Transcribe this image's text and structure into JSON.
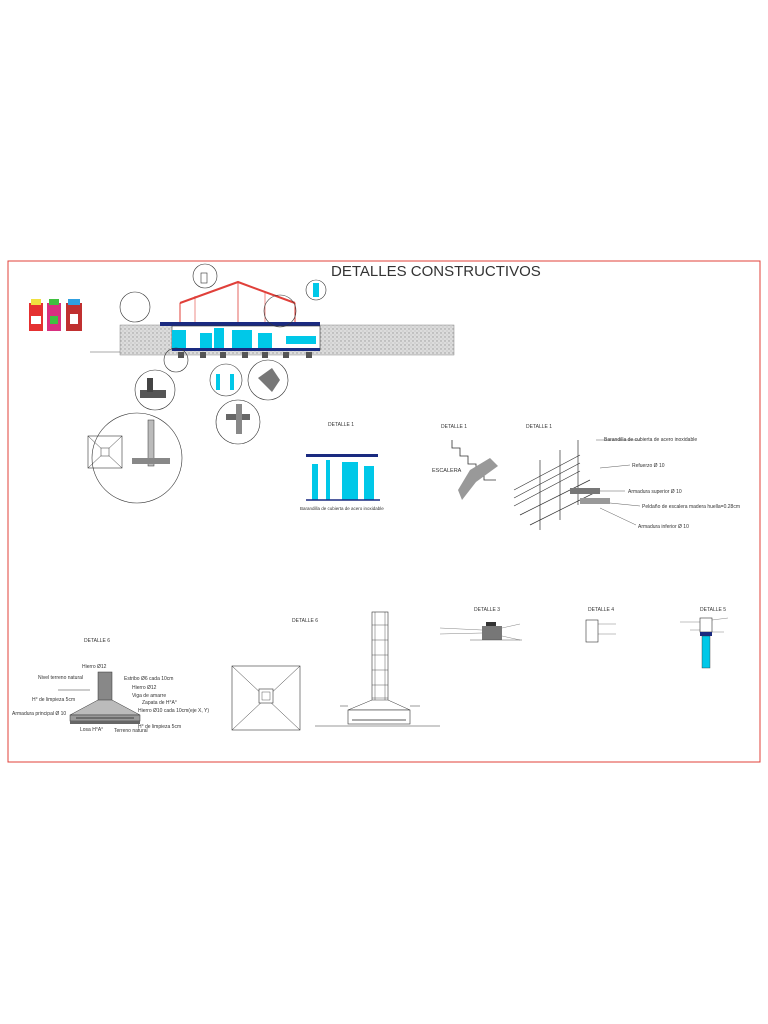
{
  "sheet": {
    "title": "DETALLES CONSTRUCTIVOS",
    "frame_color": "#e0403a",
    "accent_color": "#00c8e8",
    "roof_color": "#e0403a"
  },
  "labels": {
    "detalle1_a": "DETALLE 1",
    "detalle1_b": "DETALLE 1",
    "detalle1_c": "DETALLE 1",
    "escalera": "ESCALERA",
    "barandilla_1": "Barandilla de cubierta de acero inoxidable",
    "barandilla_2": "Barandilla de cubierta de acero inoxidable",
    "refuerzo": "Refuerzo Ø 10",
    "arm_superior": "Armadura superior Ø 10",
    "peldano": "Peldaño de escalera madera huella=0.28cm",
    "arm_inferior": "Armadura inferior Ø 10",
    "detalle6_a": "DETALLE 6",
    "detalle6_b": "DETALLE 6",
    "detalle3": "DETALLE 3",
    "detalle4": "DETALLE 4",
    "detalle5": "DETALLE 5",
    "hierro12_a": "Hierro Ø12",
    "nivel_terreno": "Nivel terreno natural",
    "estribo": "Estribo Ø6 cada 10cm",
    "hierro12_b": "Hierro Ø12",
    "h_limpieza_1": "H° de limpieza 5cm",
    "viga_amarre": "Viga de amarre",
    "zapata": "Zapata de H°A°",
    "armadura_principal": "Armadura principal Ø 10",
    "hierro10": "Hierro Ø10 cada 10cm(eje X, Y)",
    "h_limpieza_2": "H° de limpieza 5cm",
    "losa": "Losa H°A°",
    "terreno_natural": "Terreno natural"
  }
}
